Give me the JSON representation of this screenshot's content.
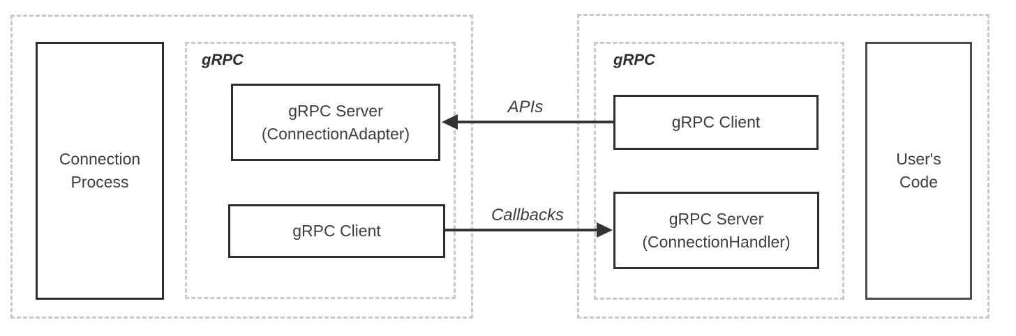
{
  "diagram": {
    "left_group": {
      "process_box": {
        "line1": "Connection",
        "line2": "Process"
      },
      "grpc_container_label": "gRPC",
      "server_box": {
        "line1": "gRPC Server",
        "line2": "(ConnectionAdapter)"
      },
      "client_box": {
        "line1": "gRPC Client"
      }
    },
    "right_group": {
      "grpc_container_label": "gRPC",
      "client_box": {
        "line1": "gRPC Client"
      },
      "server_box": {
        "line1": "gRPC Server",
        "line2": "(ConnectionHandler)"
      },
      "user_code_box": {
        "line1": "User's",
        "line2": "Code"
      }
    },
    "arrows": {
      "apis": {
        "label": "APIs",
        "direction": "left"
      },
      "callbacks": {
        "label": "Callbacks",
        "direction": "right"
      }
    },
    "colors": {
      "background": "#ffffff",
      "dashed_border": "#c9c9c9",
      "solid_border": "#2d2d2d",
      "user_code_border": "#4a4a4a",
      "text": "#3d3d3d",
      "arrow": "#333333"
    }
  }
}
